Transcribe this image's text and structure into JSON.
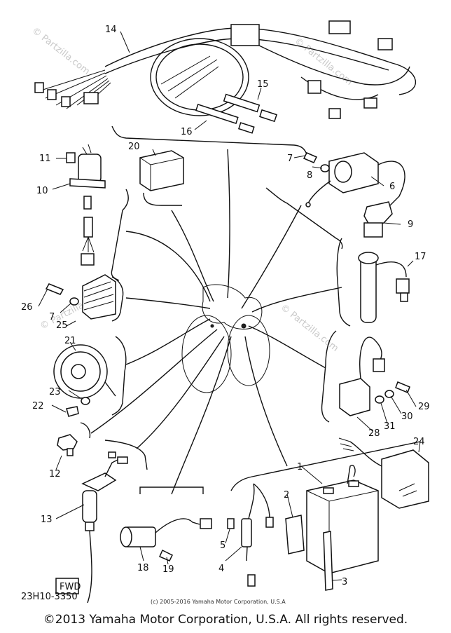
{
  "callouts": {
    "n1": "1",
    "n2": "2",
    "n3": "3",
    "n4": "4",
    "n5": "5",
    "n6": "6",
    "n7a": "7",
    "n7b": "7",
    "n8": "8",
    "n9": "9",
    "n10": "10",
    "n11": "11",
    "n12": "12",
    "n13": "13",
    "n14": "14",
    "n15": "15",
    "n16": "16",
    "n17": "17",
    "n18": "18",
    "n19": "19",
    "n20": "20",
    "n21": "21",
    "n22": "22",
    "n23": "23",
    "n24": "24",
    "n25": "25",
    "n26": "26",
    "n28": "28",
    "n29": "29",
    "n30": "30",
    "n31": "31"
  },
  "part_code": "23H10-3350",
  "watermark": {
    "a": "© Partzilla.com",
    "b": "© Partzilla.com",
    "c": "© Partzilla.com",
    "d": "© Partzilla.com"
  },
  "fwd_tag": "FWD",
  "small_copyright": "(c) 2005-2016 Yamaha Motor Corporation, U.S.A",
  "footer": "©2013 Yamaha Motor Corporation, U.S.A. All rights reserved."
}
